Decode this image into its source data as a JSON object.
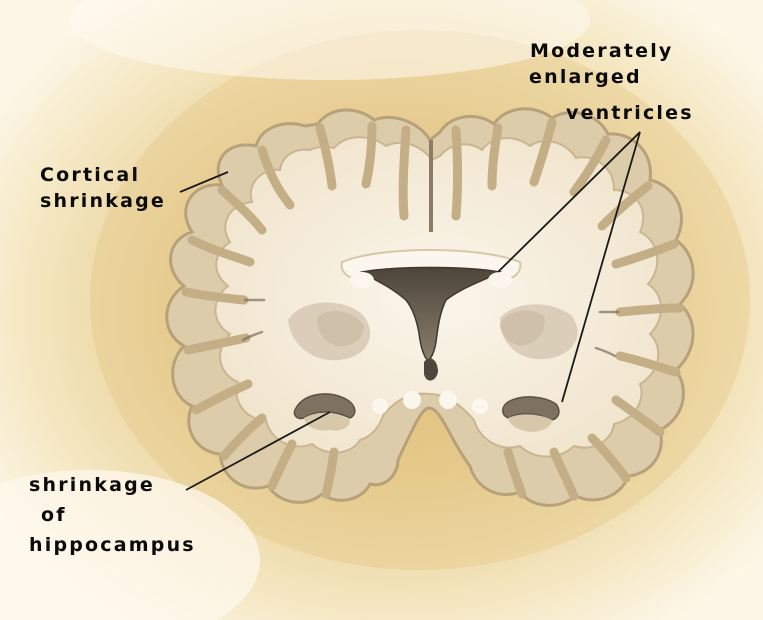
{
  "labels": {
    "ventricles": {
      "line1": "Moderately",
      "line2": "enlarged",
      "line3": "ventricles"
    },
    "cortical": {
      "line1": "Cortical",
      "line2": "shrinkage"
    },
    "hippocampus": {
      "line1": "shrinkage",
      "line2": "of",
      "line3": "hippocampus"
    }
  },
  "colors": {
    "background": "#f0dfae",
    "cortex": "#e3d3b0",
    "white_matter": "#f6eddd",
    "ventricle": "#6e6456",
    "annotation_line": "#1a1a1a"
  }
}
